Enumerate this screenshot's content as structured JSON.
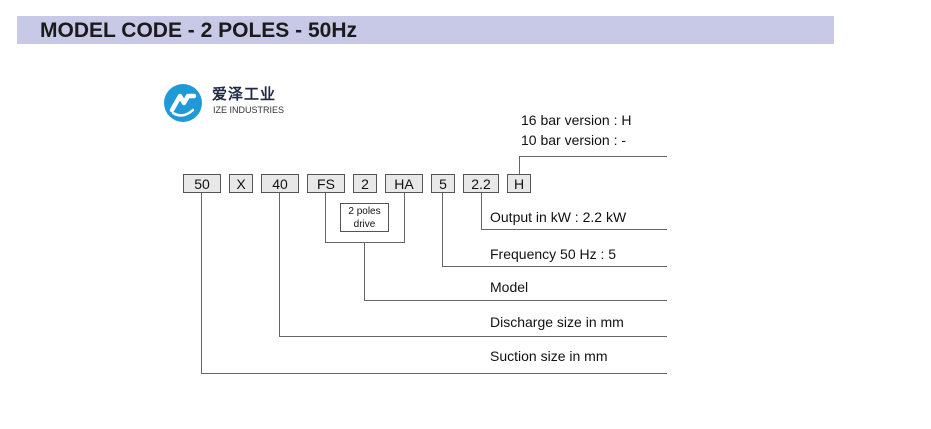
{
  "header": {
    "title": "MODEL CODE - 2 POLES - 50Hz"
  },
  "logo": {
    "cn": "爱泽工业",
    "en": "IZE INDUSTRIES"
  },
  "code_segments": [
    "50",
    "X",
    "40",
    "FS",
    "2",
    "HA",
    "5",
    "2.2",
    "H"
  ],
  "sub_label": {
    "line1": "2 poles",
    "line2": "drive"
  },
  "labels": {
    "bar16": "16 bar version : H",
    "bar10": "10 bar version : -",
    "output": "Output in kW : 2.2 kW",
    "frequency": "Frequency 50 Hz : 5",
    "model": "Model",
    "discharge": "Discharge size in mm",
    "suction": "Suction size in mm"
  },
  "colors": {
    "banner": "#c8c9e6",
    "logo_blue": "#1f9ad6",
    "box_fill": "#e8e8e8"
  }
}
